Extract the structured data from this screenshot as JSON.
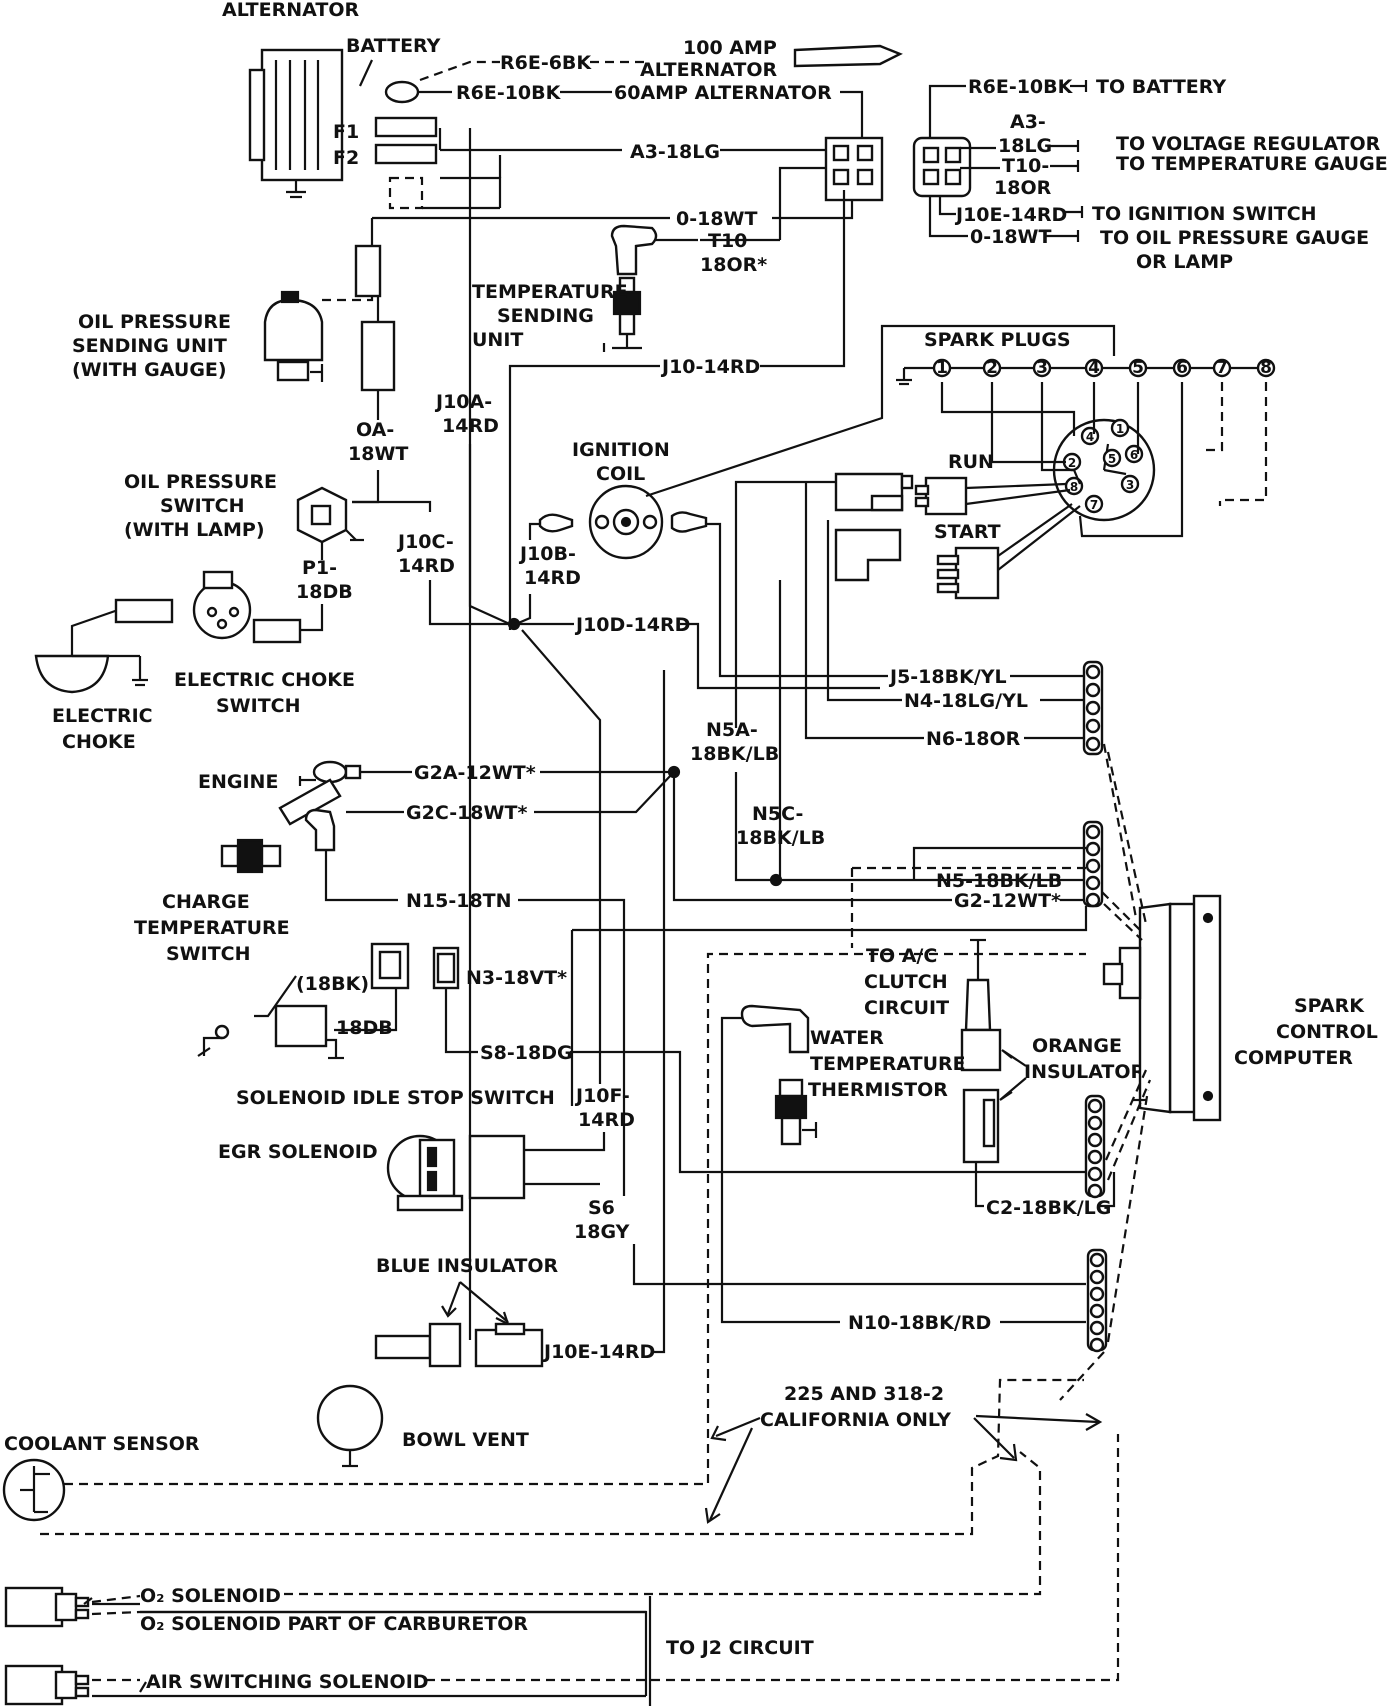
{
  "components": {
    "alternator": "ALTERNATOR",
    "battery": "BATTERY",
    "f1": "F1",
    "f2": "F2",
    "alt100_a": "100 AMP",
    "alt100_b": "ALTERNATOR",
    "alt60": "60AMP ALTERNATOR",
    "temp_sender_1": "TEMPERATURE",
    "temp_sender_2": "SENDING",
    "temp_sender_3": "UNIT",
    "oil_sender_1": "OIL PRESSURE",
    "oil_sender_2": "SENDING UNIT",
    "oil_sender_3": "(WITH GAUGE)",
    "oil_switch_1": "OIL PRESSURE",
    "oil_switch_2": "SWITCH",
    "oil_switch_3": "(WITH LAMP)",
    "ign_coil_1": "IGNITION",
    "ign_coil_2": "COIL",
    "spark_plugs": "SPARK PLUGS",
    "run": "RUN",
    "start": "START",
    "elec_choke_switch_1": "ELECTRIC CHOKE",
    "elec_choke_switch_2": "SWITCH",
    "elec_choke_1": "ELECTRIC",
    "elec_choke_2": "CHOKE",
    "engine": "ENGINE",
    "charge_temp_1": "CHARGE",
    "charge_temp_2": "TEMPERATURE",
    "charge_temp_3": "SWITCH",
    "idle_stop": "SOLENOID IDLE STOP SWITCH",
    "egr": "EGR SOLENOID",
    "ac_1": "TO A/C",
    "ac_2": "CLUTCH",
    "ac_3": "CIRCUIT",
    "water_1": "WATER",
    "water_2": "TEMPERATURE",
    "water_3": "THERMISTOR",
    "orange_1": "ORANGE",
    "orange_2": "INSULATOR",
    "scc_1": "SPARK",
    "scc_2": "CONTROL",
    "scc_3": "COMPUTER",
    "blue_ins": "BLUE INSULATOR",
    "bowl_vent": "BOWL VENT",
    "coolant": "COOLANT SENSOR",
    "calif_1": "225 AND 318-2",
    "calif_2": "CALIFORNIA ONLY",
    "o2_sol": "O₂ SOLENOID",
    "o2_carb": "O₂ SOLENOID PART OF CARBURETOR",
    "j2": "TO J2 CIRCUIT",
    "air_sw": "AIR SWITCHING SOLENOID"
  },
  "wires": {
    "r6e6bk": "R6E-6BK",
    "r6e10bk": "R6E-10BK",
    "a318lg": "A3-18LG",
    "o18wt": "0-18WT",
    "t10": "T10",
    "t10b": "18OR*",
    "j1014rd": "J10-14RD",
    "j10a_1": "J10A-",
    "j10a_2": "14RD",
    "oa_1": "OA-",
    "oa_2": "18WT",
    "j10c_1": "J10C-",
    "j10c_2": "14RD",
    "j10b_1": "J10B-",
    "j10b_2": "14RD",
    "p1_1": "P1-",
    "p1_2": "18DB",
    "j10d": "J10D-14RD",
    "j5": "J5-18BK/YL",
    "n4": "N4-18LG/YL",
    "n6": "N6-18OR",
    "n5a_1": "N5A-",
    "n5a_2": "18BK/LB",
    "n5c_1": "N5C-",
    "n5c_2": "18BK/LB",
    "g2a": "G2A-12WT*",
    "g2c": "G2C-18WT*",
    "n5": "N5-18BK/LB",
    "g2": "G2-12WT*",
    "n15": "N15-18TN",
    "bk18": "(18BK)",
    "db18": "18DB",
    "n3": "N3-18VT*",
    "s8": "S8-18DG",
    "j10f_1": "J10F-",
    "j10f_2": "14RD",
    "s6_1": "S6",
    "s6_2": "18GY",
    "c2": "C2-18BK/LG",
    "n10": "N10-18BK/RD",
    "j10e": "J10E-14RD"
  },
  "regulator_legend": {
    "r6e10bk": "R6E-10BK",
    "to_battery": "TO BATTERY",
    "a3": "A3-",
    "a3b": "18LG",
    "to_vr": "TO VOLTAGE REGULATOR",
    "t10": "T10-",
    "t10b": "18OR",
    "to_tg": "TO TEMPERATURE GAUGE",
    "j10e": "J10E-14RD",
    "to_ign": "TO IGNITION SWITCH",
    "o18": "0-18WT",
    "to_oil": "TO OIL PRESSURE GAUGE",
    "to_oil_b": "OR LAMP"
  },
  "plug_numbers": [
    "1",
    "2",
    "3",
    "4",
    "5",
    "6",
    "7",
    "8"
  ],
  "distributor_numbers": [
    "1",
    "2",
    "3",
    "4",
    "5",
    "6",
    "7",
    "8"
  ]
}
